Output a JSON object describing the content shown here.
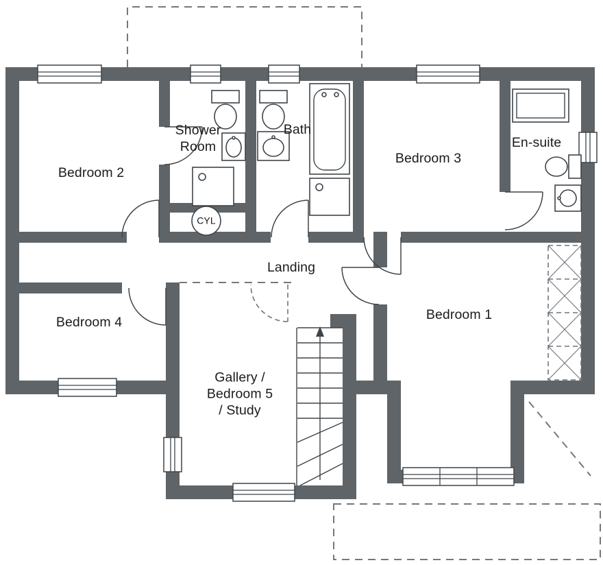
{
  "colors": {
    "wall": "#5f6468",
    "line": "#3f4449",
    "dashed_line": "#73787c",
    "label_text": "#1b1b1d",
    "background": "#ffffff"
  },
  "rooms": {
    "bedroom2": {
      "label": "Bedroom 2"
    },
    "shower_room": {
      "label": "Shower\nRoom"
    },
    "bath": {
      "label": "Bath"
    },
    "bedroom3": {
      "label": "Bedroom 3"
    },
    "ensuite": {
      "label": "En-suite"
    },
    "cyl": {
      "label": "CYL"
    },
    "landing": {
      "label": "Landing"
    },
    "bedroom4": {
      "label": "Bedroom 4"
    },
    "bedroom1": {
      "label": "Bedroom 1"
    },
    "gallery": {
      "label": "Gallery /\nBedroom 5\n/ Study"
    }
  }
}
